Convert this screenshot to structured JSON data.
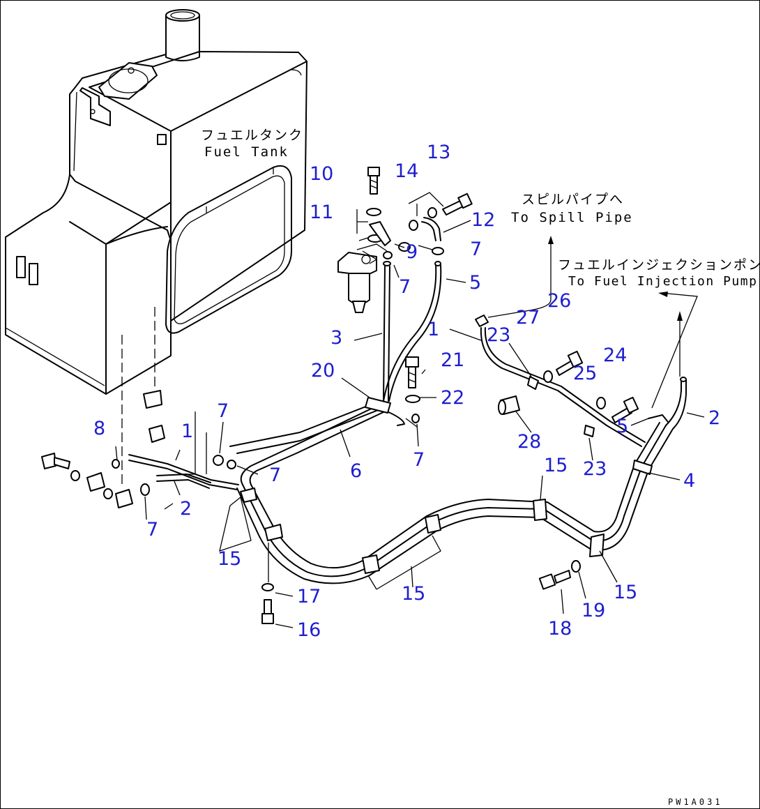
{
  "labels": {
    "fuel_tank_jp": "フュエルタンク",
    "fuel_tank_en": "Fuel Tank",
    "spill_pipe_jp": "スピルパイプへ",
    "spill_pipe_en": "To Spill Pipe",
    "injection_pump_jp": "フュエルインジェクションポンプへ",
    "injection_pump_en": "To Fuel Injection Pump",
    "drawing_code": "PW1A031"
  },
  "callouts": [
    {
      "id": "c10",
      "text": "10"
    },
    {
      "id": "c11",
      "text": "11"
    },
    {
      "id": "c14",
      "text": "14"
    },
    {
      "id": "c13",
      "text": "13"
    },
    {
      "id": "c12",
      "text": "12"
    },
    {
      "id": "c9",
      "text": "9"
    },
    {
      "id": "c7a",
      "text": "7"
    },
    {
      "id": "c7b",
      "text": "7"
    },
    {
      "id": "c5a",
      "text": "5"
    },
    {
      "id": "c3",
      "text": "3"
    },
    {
      "id": "c1a",
      "text": "1"
    },
    {
      "id": "c23a",
      "text": "23"
    },
    {
      "id": "c27",
      "text": "27"
    },
    {
      "id": "c26",
      "text": "26"
    },
    {
      "id": "c20",
      "text": "20"
    },
    {
      "id": "c21",
      "text": "21"
    },
    {
      "id": "c22",
      "text": "22"
    },
    {
      "id": "c24",
      "text": "24"
    },
    {
      "id": "c25",
      "text": "25"
    },
    {
      "id": "c2a",
      "text": "2"
    },
    {
      "id": "c5b",
      "text": "5"
    },
    {
      "id": "c7c",
      "text": "7"
    },
    {
      "id": "c8",
      "text": "8"
    },
    {
      "id": "c1b",
      "text": "1"
    },
    {
      "id": "c7d",
      "text": "7"
    },
    {
      "id": "c6",
      "text": "6"
    },
    {
      "id": "c7e",
      "text": "7"
    },
    {
      "id": "c28",
      "text": "28"
    },
    {
      "id": "c23b",
      "text": "23"
    },
    {
      "id": "c15a",
      "text": "15"
    },
    {
      "id": "c4",
      "text": "4"
    },
    {
      "id": "c2b",
      "text": "2"
    },
    {
      "id": "c7f",
      "text": "7"
    },
    {
      "id": "c15b",
      "text": "15"
    },
    {
      "id": "c15c",
      "text": "15"
    },
    {
      "id": "c17",
      "text": "17"
    },
    {
      "id": "c15d",
      "text": "15"
    },
    {
      "id": "c19",
      "text": "19"
    },
    {
      "id": "c18",
      "text": "18"
    },
    {
      "id": "c16",
      "text": "16"
    }
  ]
}
